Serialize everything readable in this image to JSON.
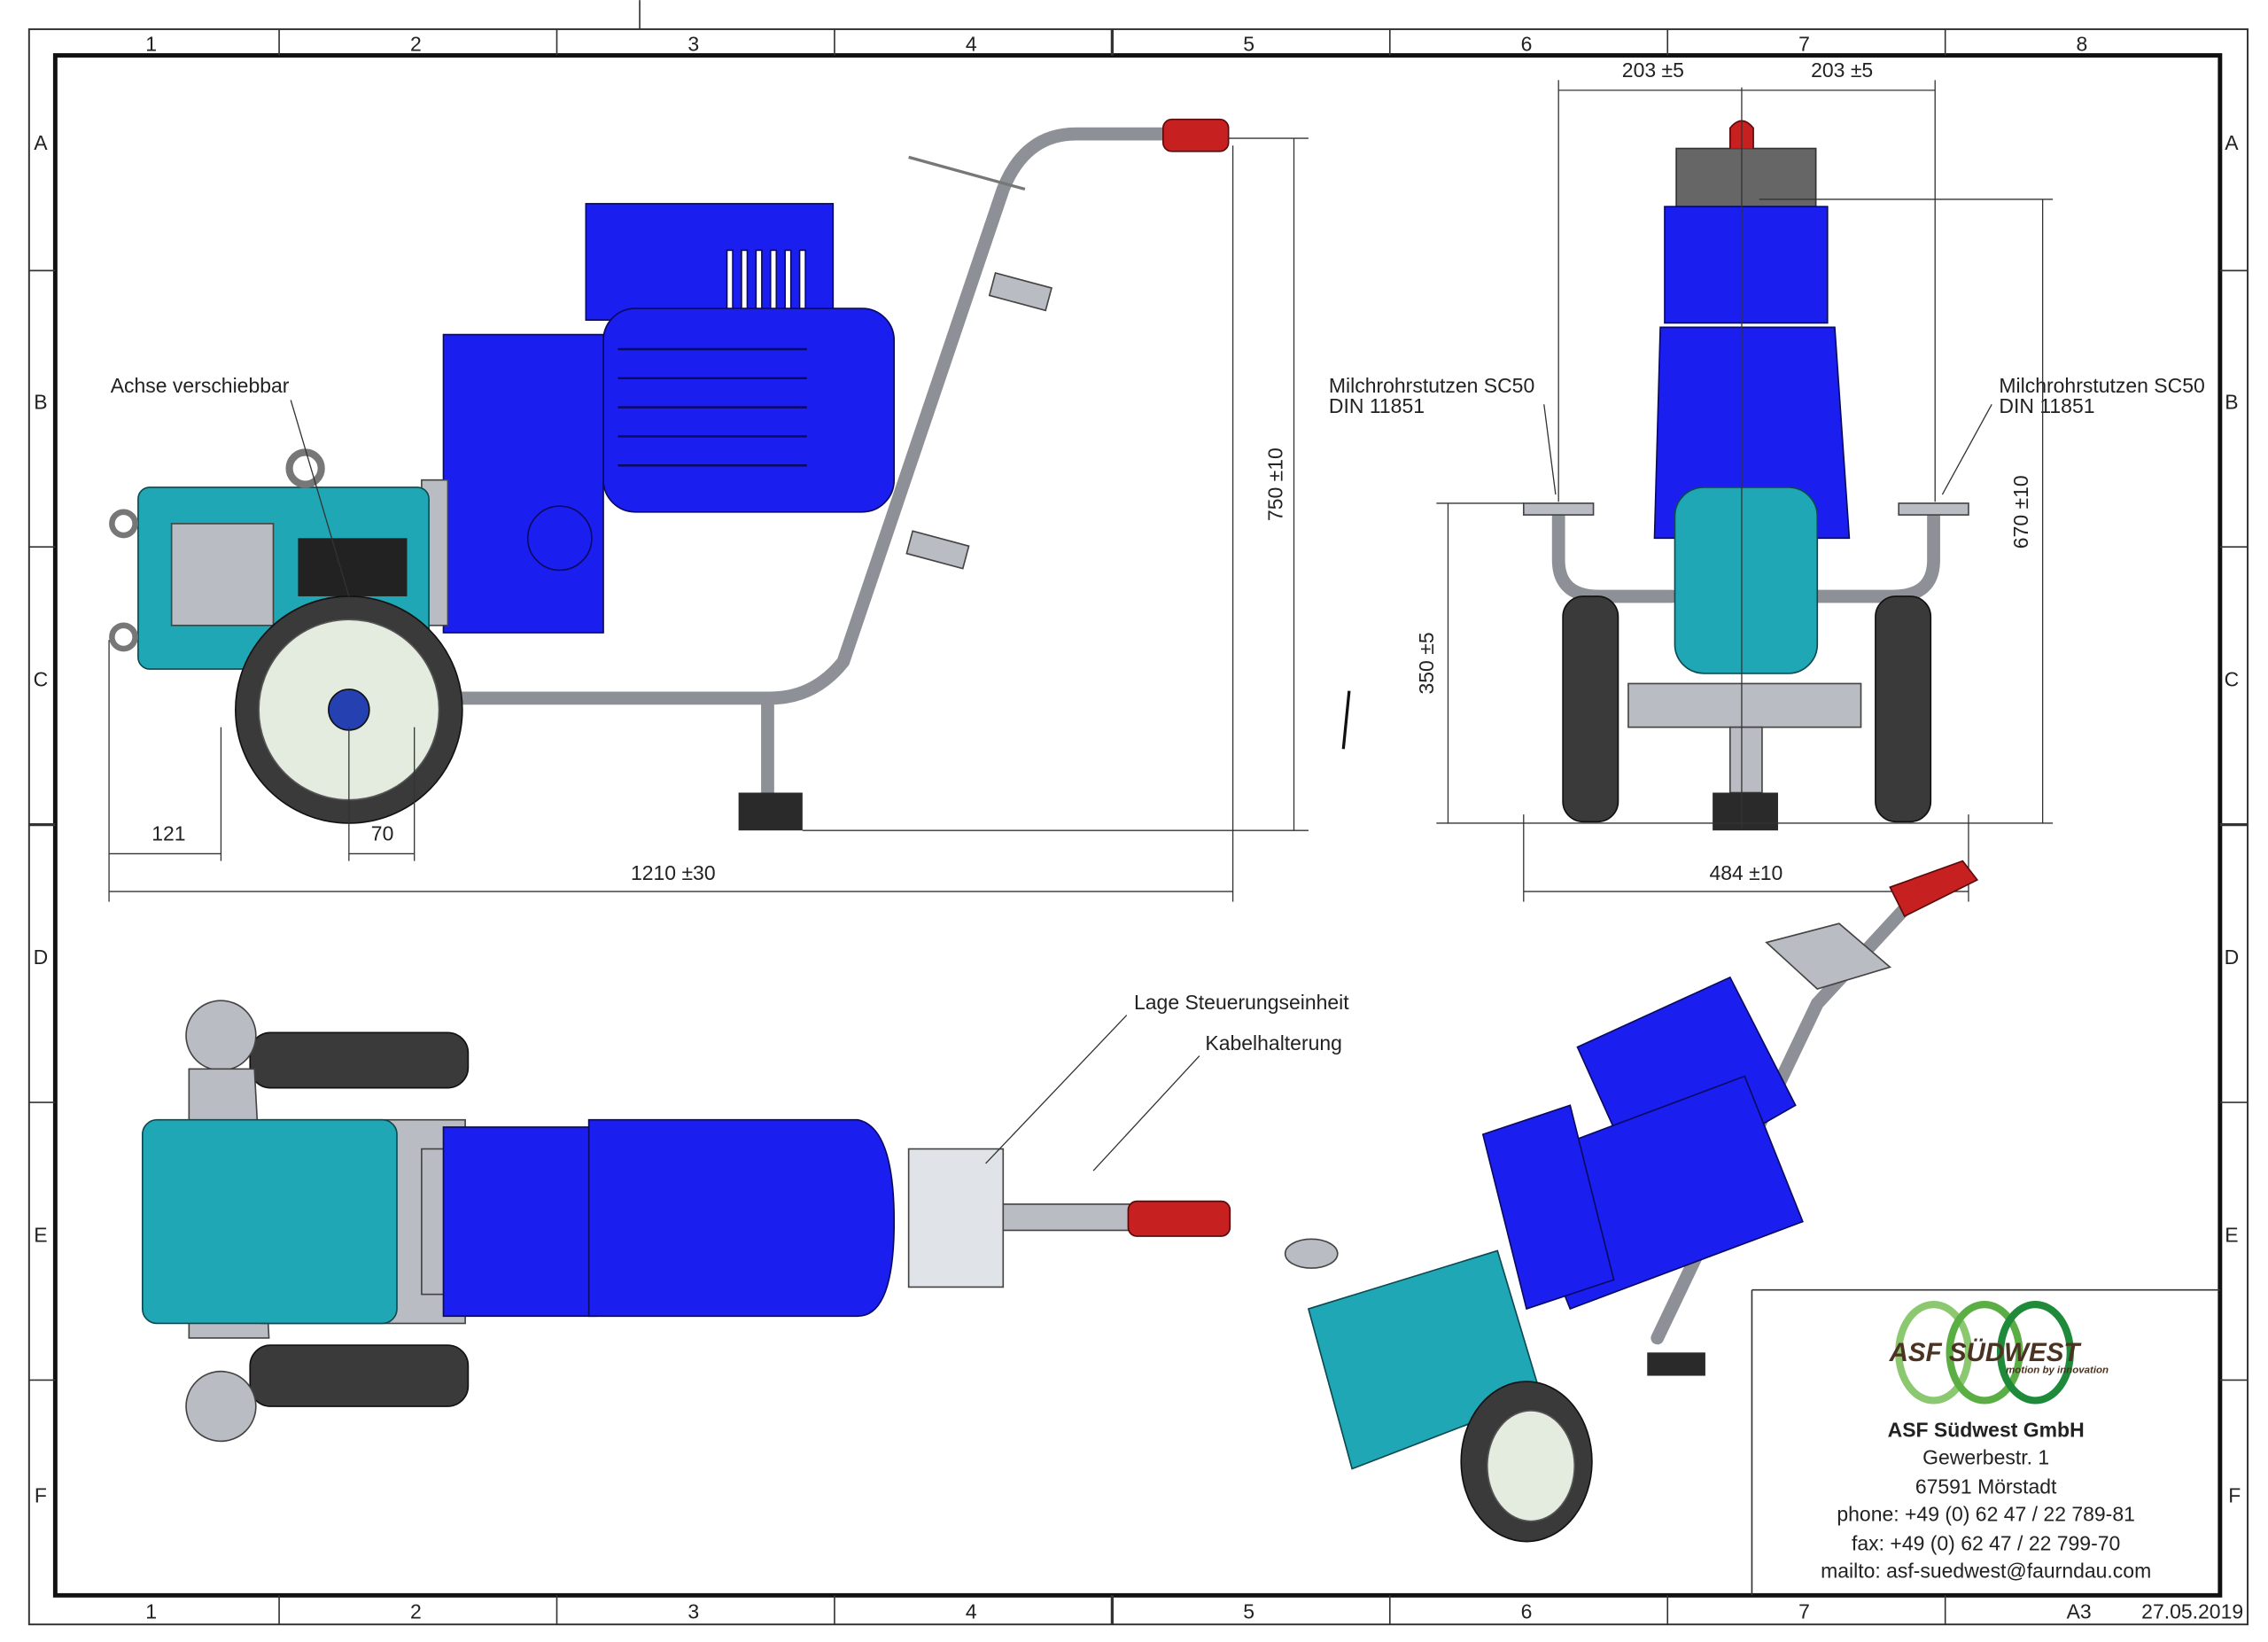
{
  "frame": {
    "columns": [
      "1",
      "2",
      "3",
      "4",
      "5",
      "6",
      "7",
      "8"
    ],
    "rows": [
      "A",
      "B",
      "C",
      "D",
      "E",
      "F"
    ]
  },
  "side_view": {
    "annotation": "Achse verschiebbar",
    "dim_height": "750 ±10",
    "dim_left": "121",
    "dim_axle": "70",
    "dim_length": "1210 ±30"
  },
  "front_view": {
    "dim_top_left": "203 ±5",
    "dim_top_right": "203 ±5",
    "label_left_1": "Milchrohrstutzen SC50",
    "label_left_2": "DIN 11851",
    "label_right_1": "Milchrohrstutzen SC50",
    "label_right_2": "DIN 11851",
    "dim_inlet_height": "350 ±5",
    "dim_total_height": "670 ±10",
    "dim_width": "484 ±10"
  },
  "top_view": {
    "annotation_control": "Lage Steuerungseinheit",
    "annotation_cable": "Kabelhalterung"
  },
  "title_block": {
    "logo_text": "ASF SÜDWEST",
    "logo_tagline": "motion by innovation",
    "company": "ASF Südwest GmbH",
    "street": "Gewerbestr. 1",
    "city": "67591 Mörstadt",
    "phone": "phone: +49 (0) 62 47 / 22 789-81",
    "fax": "fax: +49 (0) 62 47 / 22 799-70",
    "mail": "mailto: asf-suedwest@faurndau.com",
    "format": "A3",
    "date": "27.05.2019"
  },
  "colors": {
    "motor": "#1a1ff0",
    "pump": "#1fa7b5",
    "grip": "#c62020",
    "logo_brown": "#4a3322",
    "logo_green": "#3a9a3a"
  }
}
